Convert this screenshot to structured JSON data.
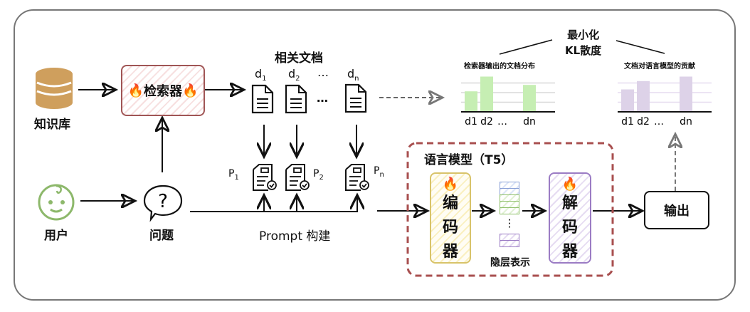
{
  "title": "RAG with KL-divergence retriever training",
  "nodes": {
    "knowledge_base": "知识库",
    "retriever": "检索器",
    "user": "用户",
    "question": "问题",
    "relevant_docs": "相关文档",
    "prompt_build": "Prompt 构建",
    "language_model": "语言模型（T5）",
    "encoder": [
      "编",
      "码",
      "器"
    ],
    "decoder": [
      "解",
      "码",
      "器"
    ],
    "hidden": "隐层表示",
    "output": "输出",
    "kl": [
      "最小化",
      "KL散度"
    ]
  },
  "docs": [
    {
      "label": "d",
      "sub": "1"
    },
    {
      "label": "d",
      "sub": "2"
    },
    {
      "label": "…",
      "sub": ""
    },
    {
      "label": "d",
      "sub": "n"
    }
  ],
  "prompts": [
    {
      "label": "P",
      "sub": "1"
    },
    {
      "label": "P",
      "sub": "2"
    },
    {
      "label": "P",
      "sub": "n"
    }
  ],
  "colors": {
    "kb": "#cf9f5d",
    "retriever_border": "#a05555",
    "user": "#8db86b",
    "encoder_border": "#d8c36a",
    "decoder_border": "#9b7cc4",
    "lm_border": "#a84f4f",
    "bar_green": "#c6eeb3",
    "bar_purple": "#ddd2e8",
    "frame": "#777777"
  },
  "chart_data": [
    {
      "type": "bar",
      "title": "检索器输出的文档分布",
      "categories": [
        "d1",
        "d2",
        "…",
        "dn"
      ],
      "values": [
        0.32,
        0.55,
        0,
        0.42
      ],
      "ylim": [
        0,
        0.6
      ],
      "grid": true,
      "color": "#c6eeb3"
    },
    {
      "type": "bar",
      "title": "文档对语言模型的贡献",
      "categories": [
        "d1",
        "d2",
        "…",
        "dn"
      ],
      "values": [
        0.35,
        0.48,
        0,
        0.55
      ],
      "ylim": [
        0,
        0.6
      ],
      "grid": true,
      "color": "#ddd2e8"
    }
  ]
}
